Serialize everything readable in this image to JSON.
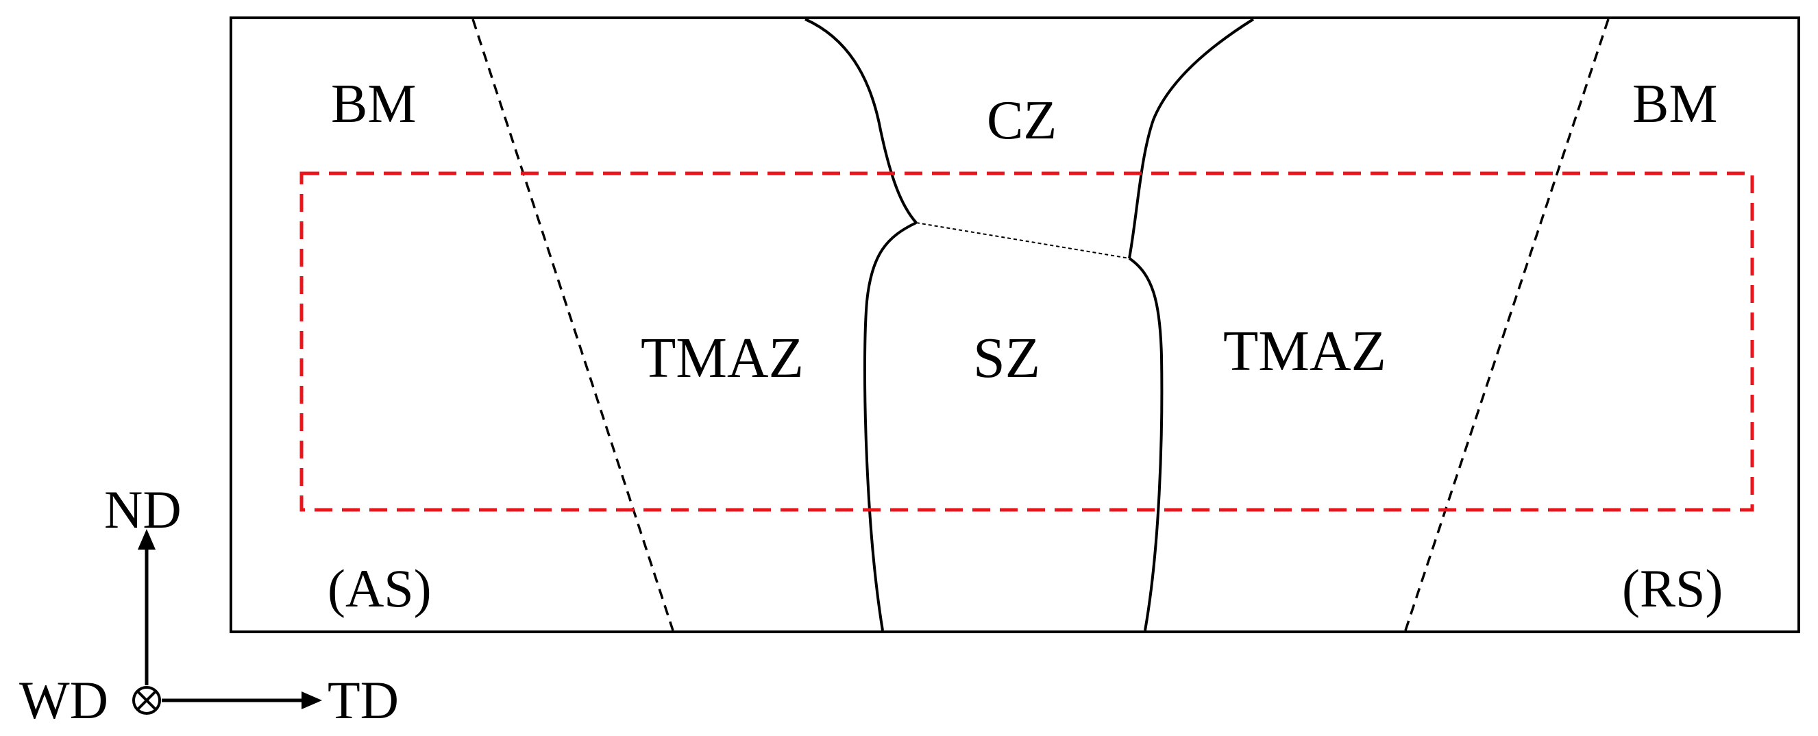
{
  "labels": {
    "bm_left": "BM",
    "bm_right": "BM",
    "cz": "CZ",
    "tmaz_left": "TMAZ",
    "sz": "SZ",
    "tmaz_right": "TMAZ",
    "advancing_side": "(AS)",
    "retreating_side": "(RS)"
  },
  "axes": {
    "normal": "ND",
    "welding": "WD",
    "transverse": "TD"
  },
  "colors": {
    "outline": "#000000",
    "region_box": "#e8151b",
    "background": "#ffffff"
  }
}
